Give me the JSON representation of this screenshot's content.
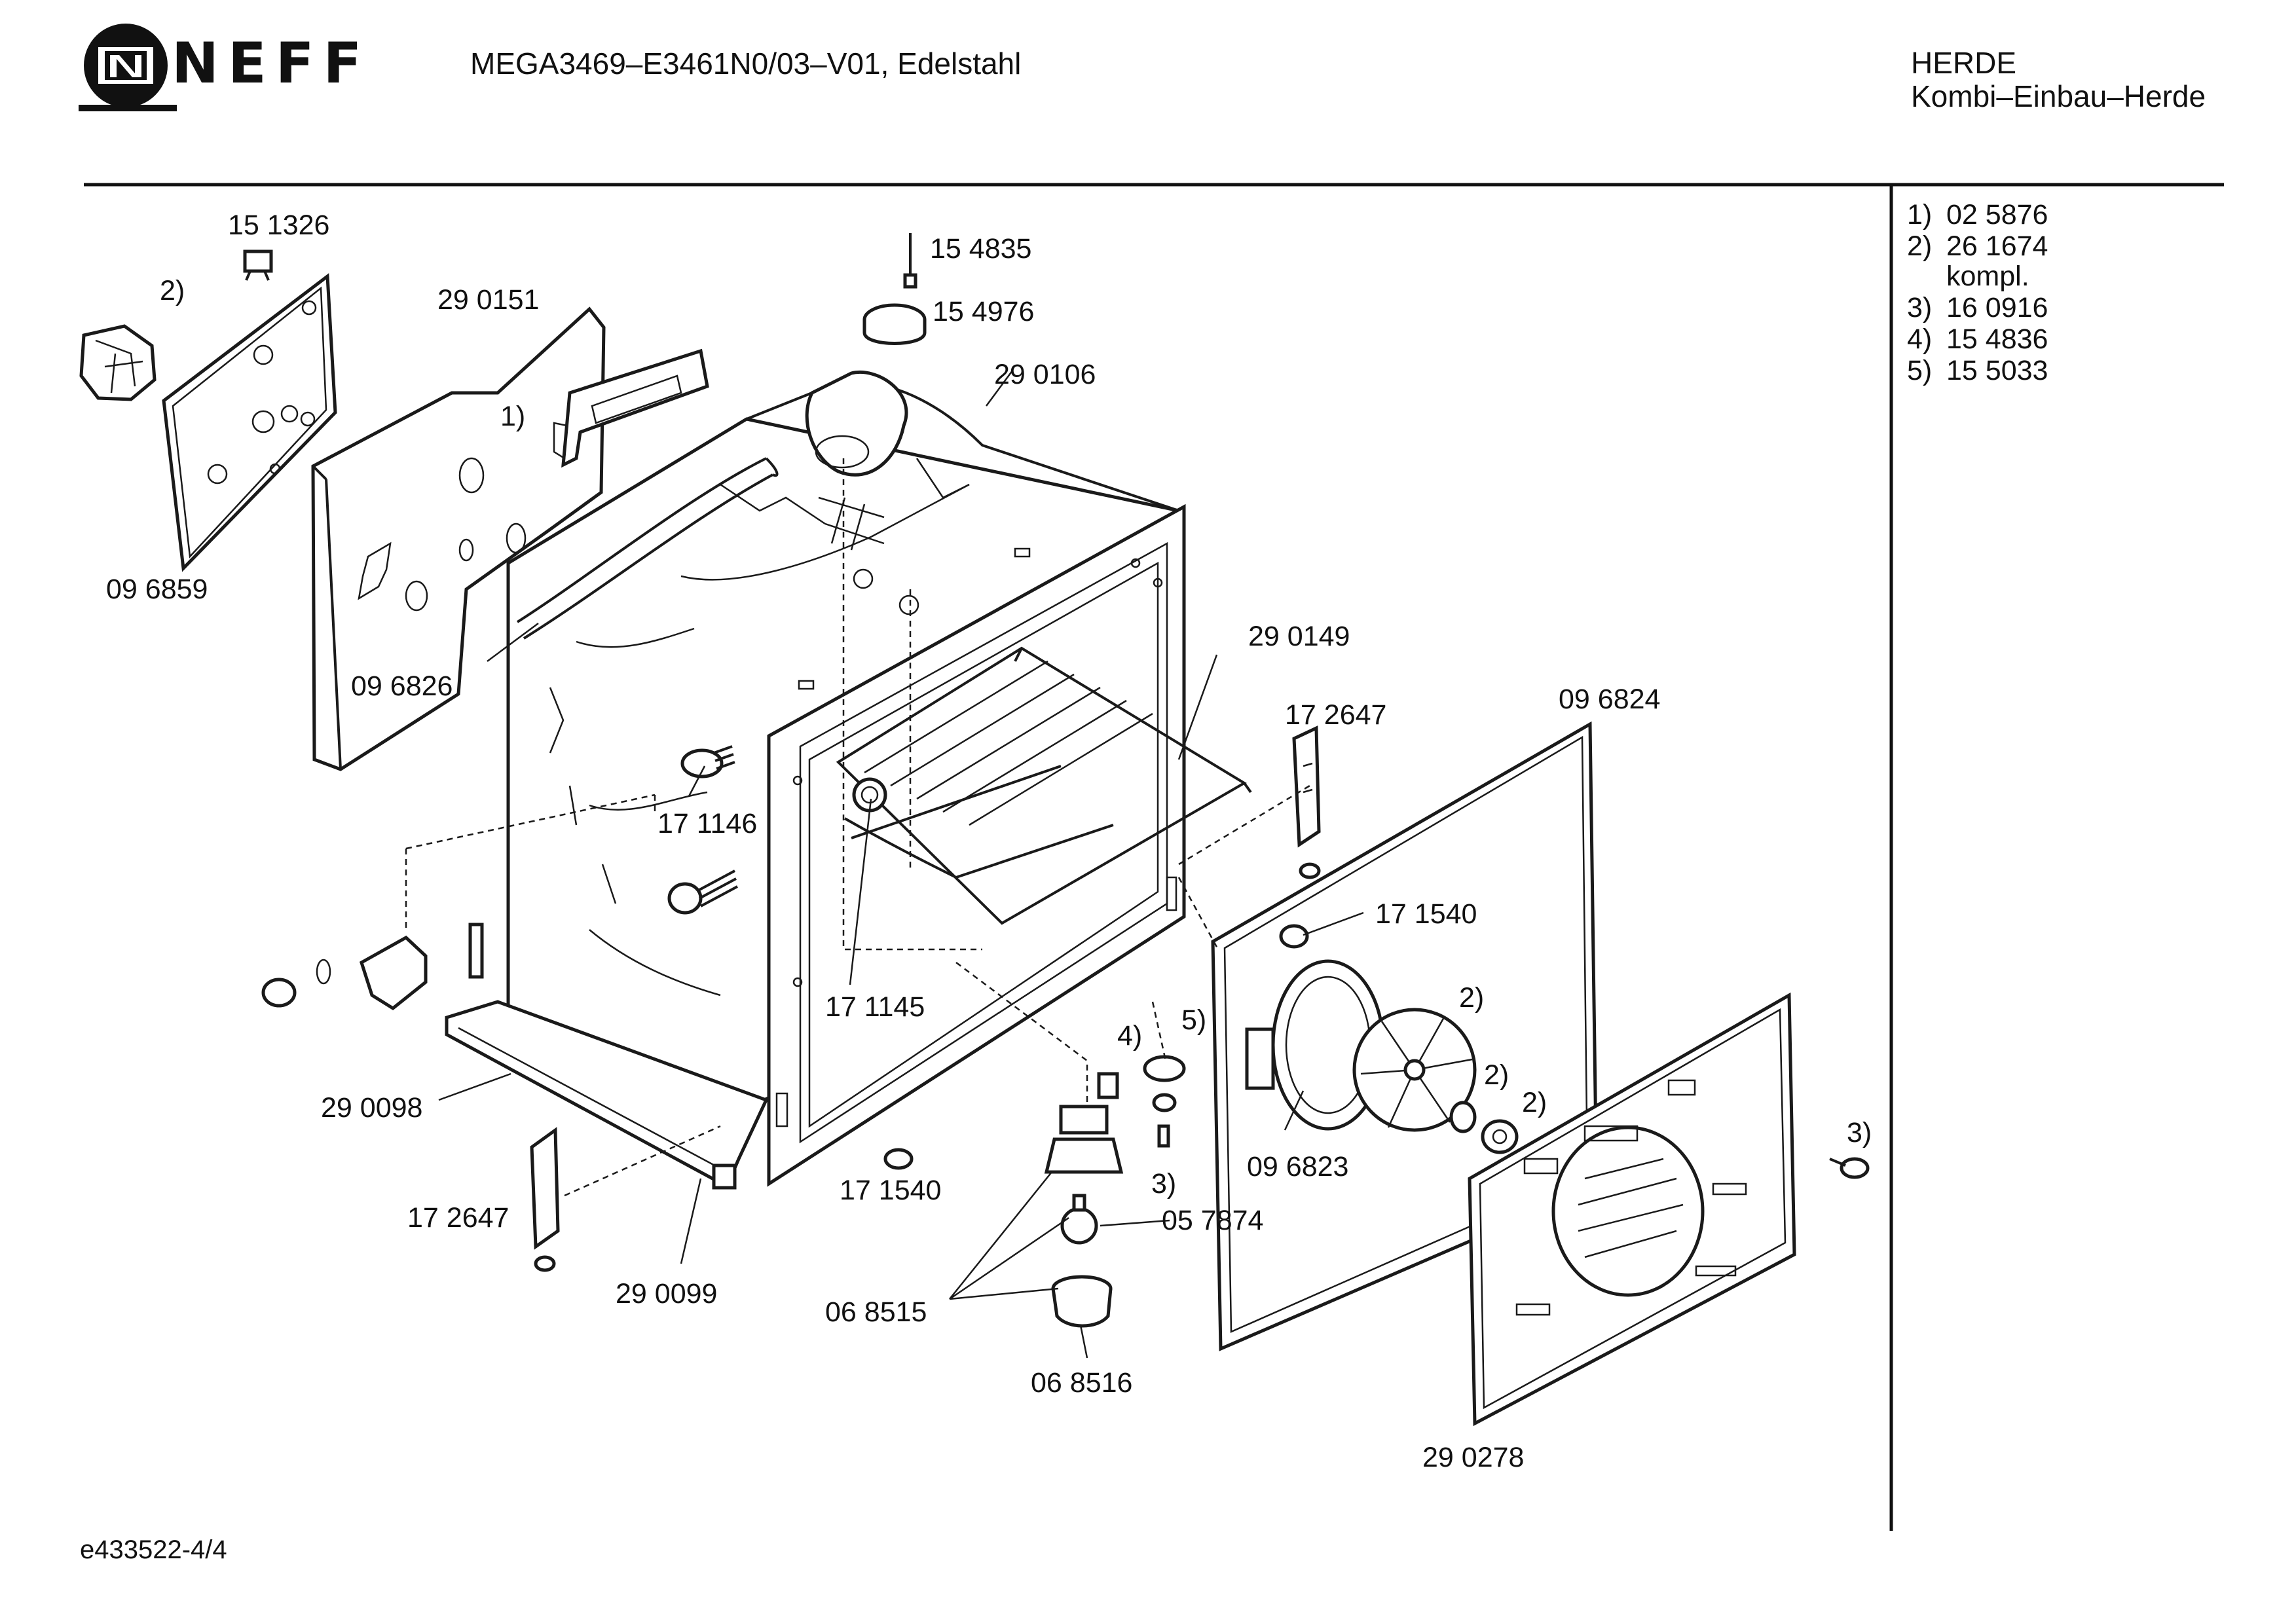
{
  "brand": {
    "name": "NEFF"
  },
  "header": {
    "model": "MEGA3469–E3461N0/03–V01, Edelstahl",
    "category": "HERDE",
    "subcategory": "Kombi–Einbau–Herde"
  },
  "legend": [
    {
      "key": "1)",
      "part": "02 5876"
    },
    {
      "key": "2)",
      "part": "26 1674",
      "note": "kompl."
    },
    {
      "key": "3)",
      "part": "16 0916"
    },
    {
      "key": "4)",
      "part": "15 4836"
    },
    {
      "key": "5)",
      "part": "15 5033"
    }
  ],
  "labels": {
    "p151326": "15 1326",
    "p290151": "29 0151",
    "p154835": "15 4835",
    "p154976": "15 4976",
    "p290106": "29 0106",
    "p096859": "09 6859",
    "p096826": "09 6826",
    "p290149": "29 0149",
    "p172647a": "17 2647",
    "p096824": "09 6824",
    "p171146": "17 1146",
    "p171540a": "17 1540",
    "p171145": "17 1145",
    "p290098": "29 0098",
    "p172647b": "17 2647",
    "p171540b": "17 1540",
    "p057874": "05 7874",
    "p096823": "09 6823",
    "p290099": "29 0099",
    "p068515": "06 8515",
    "p068516": "06 8516",
    "p290278": "29 0278",
    "fn2a": "2)",
    "fn1": "1)",
    "fn4": "4)",
    "fn5": "5)",
    "fn3a": "3)",
    "fn2b": "2)",
    "fn2c": "2)",
    "fn2d": "2)",
    "fn3b": "3)"
  },
  "footer": {
    "code": "e433522-4/4"
  }
}
